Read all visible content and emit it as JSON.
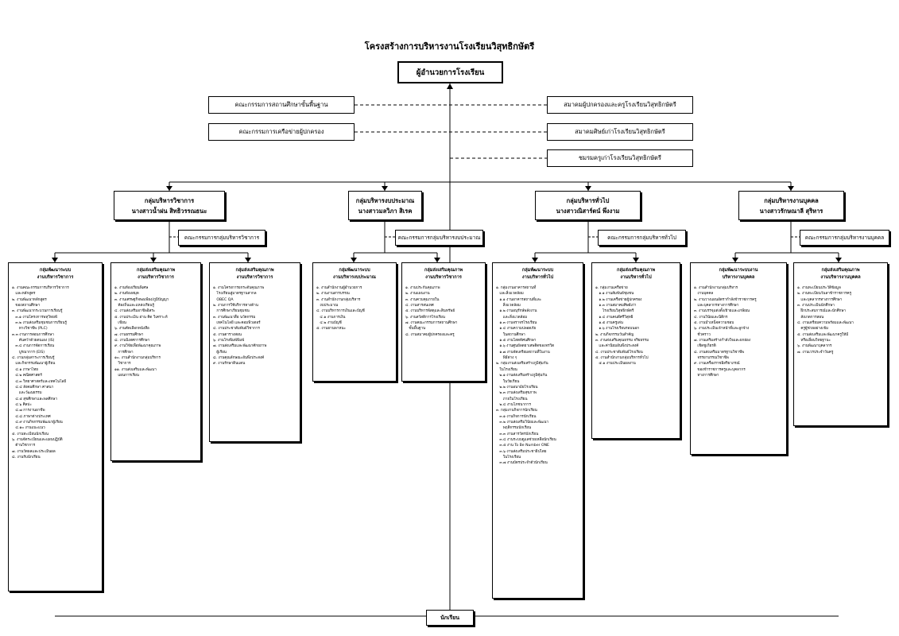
{
  "title": "โครงสร้างการบริหารงานโรงเรียนวิสุทธิกษัตรี",
  "director": "ผู้อำนวยการโรงเรียน",
  "left_committees": [
    "คณะกรรมการสถานศึกษาขั้นพื้นฐาน",
    "คณะกรรมการเครือข่ายผู้ปกครอง"
  ],
  "right_committees": [
    "สมาคมผู้ปกครองและครูโรงเรียนวิสุทธิกษัตรี",
    "สมาคมศิษย์เก่าโรงเรียนวิสุทธิกษัตรี",
    "ชมรมครูเก่าโรงเรียนวิสุทธิกษัตรี"
  ],
  "groups": [
    {
      "name": "กลุ่มบริหารวิชาการ",
      "head": "นางสาวน้ำฝน สิทธิวรรณธนะ",
      "committee": "คณะกรรมการกลุ่มบริหารวิชาการ"
    },
    {
      "name": "กลุ่มบริหารงบประมาณ",
      "head": "นางสาวมลวิภา สิเรค",
      "committee": "คณะกรรมการกลุ่มบริหารงบประมาณ"
    },
    {
      "name": "กลุ่มบริหารทั่วไป",
      "head": "นางสาวณิสาร์ตน์ พึ่งงาม",
      "committee": "คณะกรรมการกลุ่มบริหารทั่วไป"
    },
    {
      "name": "กลุ่มบริหารงานบุคคล",
      "head": "นางสาวรักษณาลี สุริหาร",
      "committee": "คณะกรรมการกลุ่มบริหารงานบุคคล"
    }
  ],
  "columns": [
    {
      "title": "กลุ่มพัฒนาระบบ\nงานบริหารวิชาการ",
      "items": [
        "๑. งานคณะกรรมการบริหารวิชาการ\n   และหลักสูตร",
        "๒. งานพัฒนาหลักสูตร\n   ของสถานศึกษา",
        "๓. งานพัฒนากระบวนการเรียนรู้",
        "   ๓.๑ งานโครงการพหุวิทยฟ์",
        "   ๓.๒ งานส่งเสริมชุมชนการเรียนรู้\n      ทางวิชาชีพ (PLC)",
        "๓.๓ งานการสอนการศึกษา\n      ค้นคว้าด้วยตนเอง (IS)",
        "   ๓.๔ งานการจัดการเรียน\n      บูรณาการ (EIS)",
        "๔. งานกลุ่มสาระการเรียนรู้\n   และกิจกรรมพัฒนาผู้เรียน",
        "   ๔.๑ ภาษาไทย",
        "   ๔.๒ คณิตศาสตร์",
        "   ๔.๓ วิทยาศาสตร์และเทคโนโลยี",
        "   ๔.๔ สังคมศึกษา ศาสนา\n      และวัฒนธรรม",
        "   ๔.๕ สุขศึกษาและพลศึกษา",
        "   ๔.๖ ศิลปะ",
        "   ๔.๗ การงานอาชีพ",
        "   ๔.๘ ภาษาต่างประเทศ",
        "   ๔.๙ งานกิจกรรมพัฒนาผู้เรียน",
        "   ๔.๑๐ งานแนะแนว",
        "๕. งานทะเบียนนักเรียน",
        "๖. งานจัดระเบียนและแผนปฏิบัติ\n   ด้านวิชาการ",
        "๗. งานวัดผลและประเมินผล",
        "๘. งานรับนักเรียน"
      ]
    },
    {
      "title": "กลุ่มส่งเสริมคุณภาพ\nงานบริหารวิชาการ",
      "items": [
        "๑. งานห้องเรียนพิเศษ",
        "๒. งานห้องสมุด",
        "๓. งานเศรษฐกิจพอเพียง/ภูมิปัญญา\n   ท้องถิ่นและแหล่งเรียนรู้",
        "๔. งานส่งเสริมอาชีพอิสระ",
        "๕. งานประเมิน อ่าน คิด วิเคราะห์\n   เขียน",
        "๖. งานคัดเลือกหนังสือ",
        "๗. งานธรรมศึกษา",
        "๘. งานนิเทศการศึกษา",
        "๙. งานวิจัยเพื่อพัฒนาคุณภาพ\n   การศึกษา",
        "๑๐. งานสำนักงานกลุ่มบริหาร\n   วิชาการ",
        "๑๑. งานส่งเสริมและพัฒนา\n   แผนการเรียน"
      ]
    },
    {
      "title": "กลุ่มส่งเสริมคุณภาพ\nงานบริหารวิชาการ",
      "items": [
        "๑. งานโครงการยกระดับคุณภาพ\n   โรงเรียนสู่มาตรฐานสากล\n   OBEC QA",
        "๒. งานการใช้บริการทางด้าน\n   การศึกษาเรียนชุมชน",
        "๓. งานพัฒนาสื่อ นวัตกรรม\n   เทคโนโลยี และคอมพิวเตอร์",
        "๔. งานประชาสัมพันธ์วิชาการ",
        "๕. งานตารางสอน",
        "๖. งานโรงพิมพ์พิมพ์",
        "๗. งานส่งเสริมและพัฒนาศักยภาพ\n   ผู้เรียน",
        "๘. งานคุณลักษณะอันพึงประสงค์",
        "๙. งานรักษาดินแดน"
      ]
    },
    {
      "title": "กลุ่มพัฒนาระบบ\nงานบริหารงบประมาณ",
      "items": [
        "๑. งานสำนักงานผู้อำนวยการ",
        "๒. งานงานสารบรรณ",
        "๓. งานสำนักงานกลุ่มบริหาร\n   งบประมาณ",
        "๔. งานบริหารการเงินและบัญชี",
        "   ๔.๑ งานการเงิน",
        "   ๔.๒ งานบัญชี",
        "๕. งานยานพาหนะ"
      ]
    },
    {
      "title": "กลุ่มส่งเสริมคุณภาพ\nงานบริหารวิชาการ",
      "items": [
        "๑. งานประกันคุณภาพ",
        "๒. งานแผนงาน",
        "๓. งานควบคุมภายใน",
        "๔. งานสารสนเทศ",
        "๕. งานบริหารพัสดุและสินทรัพย์",
        "๖. งานสวัสดิการโรงเรียน",
        "๗. งานคณะกรรมการสถานศึกษา\n   ขั้นพื้นฐาน",
        "๘. งานสมาคมผู้ปกครองและครู"
      ]
    },
    {
      "title": "กลุ่มพัฒนาระบบ\nงานบริหารทั่วไป",
      "items": [
        "๑. กลุ่มงานอาคารสถานที่\n   และสิ่งแวดล้อม",
        "   ๑.๑ งานอาคารสถานที่และ\n      สิ่งแวดล้อม",
        "   ๑.๒ งานอนุรักษ์พลังงาน\n      และสิ่งแวดล้อม",
        "   ๑.๓ งานจราจรโรงเรียน",
        "   ๑.๔ งานความปลอดภัย\n      ในสถานศึกษา",
        "   ๑.๕ งานโสตทัศนศึกษา",
        "   ๑.๖ งานศูนย์ลดยาเสพติดของจรวิต",
        "   ๑.๗ งานจัดเตรียมสถานที่ในงาน\n      พิธีต่าง ๆ",
        "๒. กลุ่มงานส่งเสริมสร้างภูมิคุ้มกัน\n   ในโรงเรียน",
        "   ๒.๑ งานส่งเสริมสร้างภูมิคุ้มกัน\n      ในวัยเรียน",
        "   ๒.๒ งานอนามัยโรงเรียน",
        "   ๒.๓ งานส่งเสริมสุขภาพ\n      ภายในโรงเรียน",
        "   ๒.๔ งานโภชนาการ",
        "๓. กลุ่มงานกิจการนักเรียน",
        "   ๓.๑ งานกิจการนักเรียน",
        "   ๓.๒ งานส่งเสริมวินัยและพัฒนา\n      พฤติกรรมนักเรียน",
        "   ๓.๓ งานสารวัตรนักเรียน",
        "   ๓.๔ งานระบบดูแลช่วยเหลือนักเรียน",
        "   ๓.๕ งาน To Be Number ONE",
        "   ๓.๖ งานส่งเสริมประชาธิปไตย\n      ในโรงเรียน",
        "   ๓.๗ งานบัตรประจำตัวนักเรียน"
      ]
    },
    {
      "title": "กลุ่มส่งเสริมคุณภาพ\nงานบริหารทั่วไป",
      "items": [
        "๑. กลุ่มงานเครือข่าย",
        "   ๑.๑ งานสัมพันธ์ชุมชน",
        "   ๑.๒ งานเครือข่ายผู้ปกครอง",
        "   ๑.๓ งานสมาคมศิษย์เก่า\n      โรงเรียนวิสุทธิกษัตรี",
        "   ๑.๔ งานคนดีศรีวิสุทธิ",
        "   ๑.๕ งานครูเด่น",
        "   ๑.๖ งานโรงเรียนรอบนอก",
        "๒. งานกิจกรรมวันสำคัญ",
        "๓. งานส่งเสริมคุณธรรม จริยธรรม\n   และค่านิยมอันพึงประสงค์",
        "๔. งานประชาสัมพันธ์โรงเรียน",
        "๕. งานสำนักงานกลุ่มบริหารทั่วไป",
        "   ๕.๑ งานประเมินผลงาน"
      ]
    },
    {
      "title": "กลุ่มพัฒนาระบบงาน\nบริหารงานบุคคล",
      "items": [
        "๑. งานสำนักงานกลุ่มบริหาร\n   งานบุคคล",
        "๒. งานวางแผนอัตรากำลังข้าราชการครู\n   และบุคลากรทางการศึกษา",
        "๓. งานบรรจุแต่งตั้ง/ย้ายและเกษียณ",
        "๔. งานวินัยและนิติกร",
        "๕. งานบำเหน็จความชอบ",
        "๖. งานประเมินเจ้าหน้าที่และลูกจ้าง\n   ชั่วคราว",
        "๗. งานเสริมสร้างกำลังใจและยกย่อง\n   เชิดชูเกียรติ",
        "๘. งานส่งเสริมมาตรฐานวิชาชีพ\n   จรรยาบรรณวิชาชีพ",
        "๙. งานเครื่องราชอิสริยาภรณ์\n   ของข้าราชการครูและบุคลากร\n   ทางการศึกษา"
      ]
    },
    {
      "title": "กลุ่มส่งเสริมคุณภาพ\nงานบริหารงานบุคคล",
      "items": [
        "๑. งานทะเบียนประวัติข้อมูล",
        "๒. งานทะเบียนวันลาข้าราชการครู\n   และบุคลากรทางการศึกษา",
        "๓. งานประเมินนักศึกษา\n   ฝึกประสบการณ์และนักศึกษา\n   สังเกตการสอน",
        "๔. งานเตรียมความพร้อมและพัฒนา\n   ครูผู้ช่วยอย่างเข้ม",
        "๕. งานส่งเสริมและพัฒนาครูให้มี\n   หรือเลื่อนวิทยฐานะ",
        "๖. งานพัฒนาบุคลากร",
        "๗. งานเวรประจำวันครู"
      ]
    }
  ],
  "students": "นักเรียน"
}
